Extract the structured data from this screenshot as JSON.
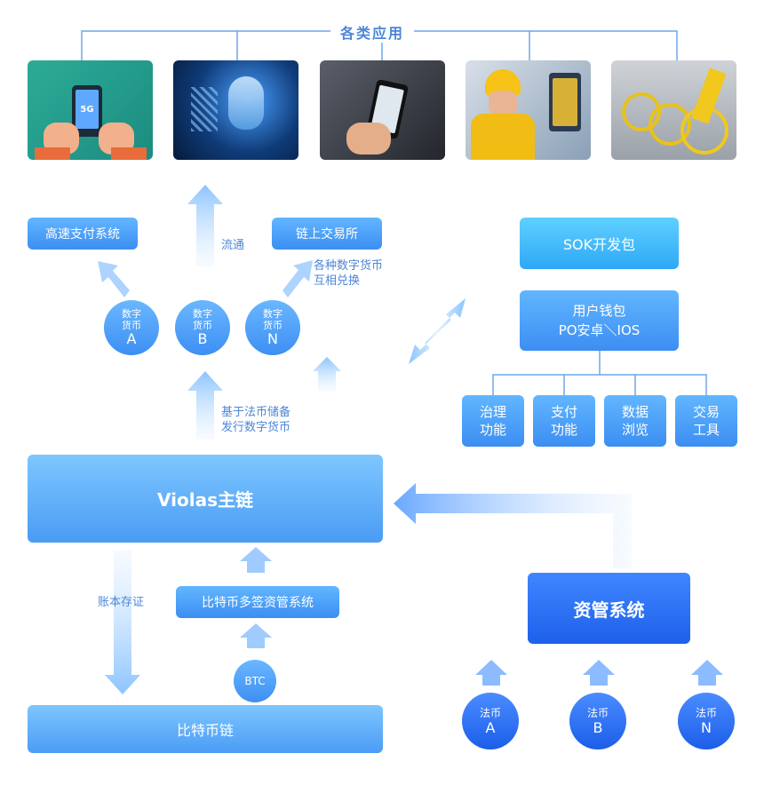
{
  "header": {
    "title": "各类应用"
  },
  "apps": [
    {
      "icon": "smartphone-5g-image",
      "text": "5G"
    },
    {
      "icon": "ai-face-image"
    },
    {
      "icon": "phone-map-image"
    },
    {
      "icon": "delivery-rider-image"
    },
    {
      "icon": "shared-bikes-image"
    }
  ],
  "left": {
    "payment_system": "高速支付系统",
    "circulation": "流通",
    "exchange": "链上交易所",
    "exchange_note_1": "各种数字货币",
    "exchange_note_2": "互相兑换",
    "coins": [
      {
        "line1": "数字",
        "line2": "货币",
        "letter": "A"
      },
      {
        "line1": "数字",
        "line2": "货币",
        "letter": "B"
      },
      {
        "line1": "数字",
        "line2": "货币",
        "letter": "N"
      }
    ],
    "issue_note_1": "基于法币储备",
    "issue_note_2": "发行数字货币",
    "main_chain": "Violas主链",
    "ledger_note": "账本存证",
    "multisig": "比特币多签资管系统",
    "btc": "BTC",
    "bitcoin_chain": "比特币链"
  },
  "right": {
    "sdk": "SOK开发包",
    "wallet_1": "用户钱包",
    "wallet_2": "PO安卓＼IOS",
    "functions": [
      {
        "line1": "治理",
        "line2": "功能"
      },
      {
        "line1": "支付",
        "line2": "功能"
      },
      {
        "line1": "数据",
        "line2": "浏览"
      },
      {
        "line1": "交易",
        "line2": "工具"
      }
    ],
    "asset_mgmt": "资管系统",
    "fiat": [
      {
        "label": "法币",
        "letter": "A"
      },
      {
        "label": "法币",
        "letter": "B"
      },
      {
        "label": "法币",
        "letter": "N"
      }
    ]
  },
  "colors": {
    "accent": "#3c8ef2",
    "light": "#a9d2ff",
    "text": "#4d86d8",
    "dark": "#1c5ee8"
  }
}
